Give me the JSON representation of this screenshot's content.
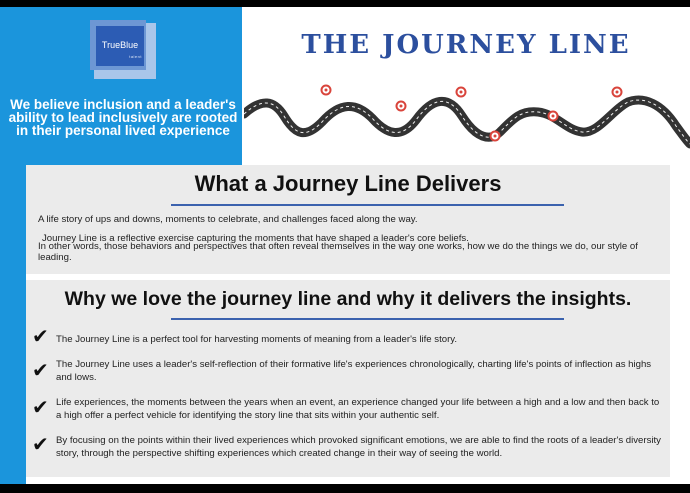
{
  "logo": {
    "name": "TrueBlue",
    "sub": "talent"
  },
  "belief": "We believe inclusion  and a leader's ability to lead inclusively are rooted in their personal lived experience",
  "title": "THE JOURNEY LINE",
  "delivers": {
    "heading": "What a Journey Line Delivers",
    "line1": "A life story of ups and downs, moments to celebrate, and challenges faced along the way.",
    "line2": "Journey Line is a reflective exercise capturing the moments that have shaped a leader's core beliefs.",
    "line3": "In other words, those behaviors and perspectives that often reveal themselves in the way one works, how we do the things we do, our style of leading."
  },
  "why": {
    "heading": "Why we love the journey line and why it delivers the insights.",
    "check_symbol": "✔",
    "items": [
      "The Journey Line is a perfect tool for harvesting moments of meaning from a leader's life story.",
      "The Journey Line uses a leader's self-reflection of their formative life's experiences chronologically, charting life's points of inflection as highs and lows.",
      "Life experiences, the moments between the years when an event, an experience changed your life between a high and a low and then back to a high offer a perfect vehicle for identifying the story line that sits within your authentic self.",
      "By focusing on the points within their lived experiences which provoked significant emotions, we are able to find the roots of a leader's diversity story, through the perspective shifting experiences which created change in their way of seeing the world."
    ]
  },
  "colors": {
    "blue_panel": "#1b95dc",
    "title_blue": "#2c4f9e",
    "rule_blue": "#3b62ae",
    "box_gray": "#ebebeb",
    "pin_red": "#d9443b"
  }
}
